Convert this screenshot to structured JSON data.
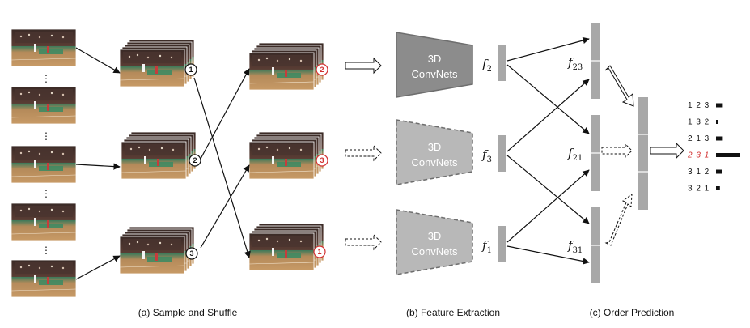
{
  "captions": {
    "sample_shuffle": "(a) Sample and Shuffle",
    "feature_extraction": "(b) Feature Extraction",
    "order_prediction": "(c) Order Prediction"
  },
  "convnet": {
    "line1": "3D",
    "line2": "ConvNets"
  },
  "badges": {
    "sample_1": "1",
    "sample_2": "2",
    "sample_3": "3",
    "shuffled_top": "2",
    "shuffled_mid": "3",
    "shuffled_bot": "1"
  },
  "features": {
    "f2": {
      "base": "f",
      "sub": "2"
    },
    "f3": {
      "base": "f",
      "sub": "3"
    },
    "f1": {
      "base": "f",
      "sub": "1"
    },
    "f23": {
      "base": "f",
      "sub": "23"
    },
    "f21": {
      "base": "f",
      "sub": "21"
    },
    "f31": {
      "base": "f",
      "sub": "31"
    }
  },
  "vertical_dots": "⋮",
  "orders": [
    {
      "label": "1 2 3",
      "score": 0.28,
      "highlight": false
    },
    {
      "label": "1 3 2",
      "score": 0.08,
      "highlight": false
    },
    {
      "label": "2 1 3",
      "score": 0.28,
      "highlight": false
    },
    {
      "label": "2 3 1",
      "score": 1.0,
      "highlight": true
    },
    {
      "label": "3 1 2",
      "score": 0.24,
      "highlight": false
    },
    {
      "label": "3 2 1",
      "score": 0.16,
      "highlight": false
    }
  ],
  "colors": {
    "box_solid": "#8c8c8c",
    "box_dashed": "#b8b8b8",
    "bar_gray": "#a8a8a8",
    "highlight_red": "#d23030",
    "court": "#b58a5a"
  }
}
